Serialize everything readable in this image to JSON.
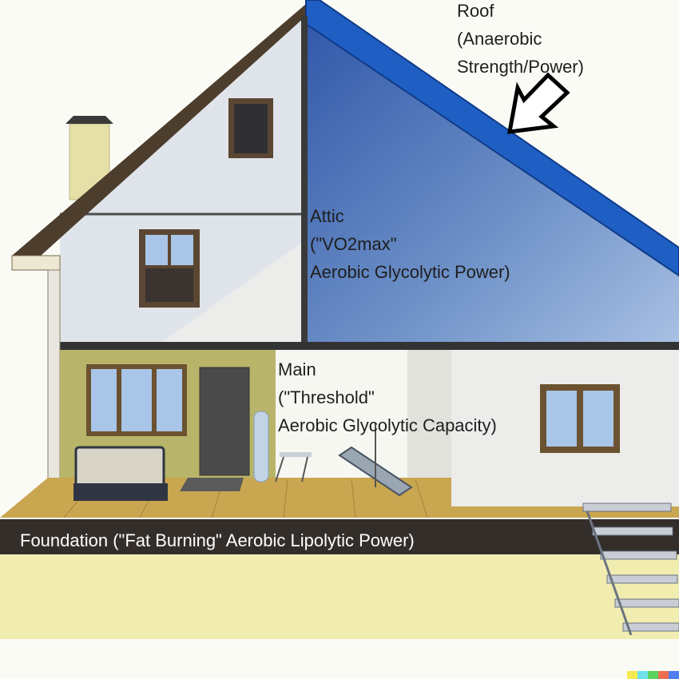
{
  "labels": {
    "roof": [
      "Roof",
      "(Anaerobic",
      "Strength/Power)"
    ],
    "attic": [
      "Attic",
      "(\"VO2max\"",
      "Aerobic Glycolytic Power)"
    ],
    "main": [
      "Main",
      "(\"Threshold\"",
      "Aerobic Glycolytic Capacity)"
    ],
    "foundation": "Foundation (\"Fat Burning\" Aerobic Lipolytic Power)"
  },
  "colors": {
    "roof": "#1f5fc4",
    "attic_fill": "#6a8dc4",
    "wall": "#ececea",
    "lower_wall": "#b8b56a",
    "floor": "#c9a650",
    "foundation_band": "#332e2a",
    "ground": "#f1ecb0",
    "trim": "#4d3d2c"
  },
  "icons": {
    "arrow": "arrow-down-left-icon"
  },
  "color_bar": [
    "#f4e94f",
    "#6ee0e9",
    "#5dd35f",
    "#f06e4f",
    "#4f7ef0"
  ]
}
